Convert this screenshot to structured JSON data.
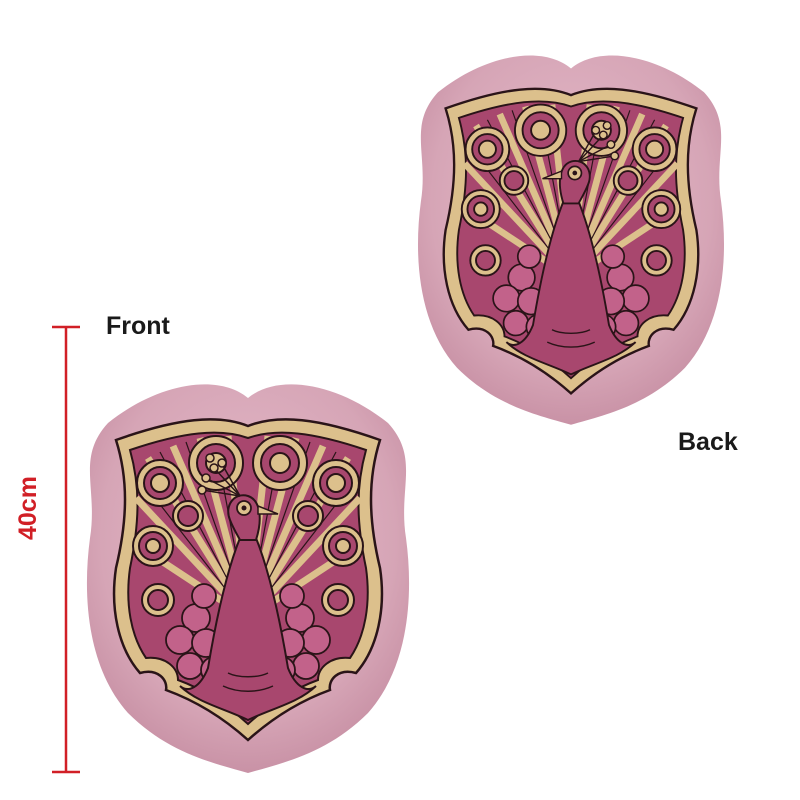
{
  "labels": {
    "front": "Front",
    "back": "Back",
    "dimension": "40cm"
  },
  "colors": {
    "accent_red": "#d11f26",
    "pillow_pink": "#d6a5b6",
    "pillow_shadow": "#c48ba0",
    "outline": "#2a1418",
    "gold": "#dcc08c",
    "plum": "#a8476e",
    "plum_light": "#c2628a",
    "text": "#1a1a1a"
  },
  "pillows": [
    {
      "side": "front",
      "motif": "peacock-shield"
    },
    {
      "side": "back",
      "motif": "peacock-shield"
    }
  ]
}
